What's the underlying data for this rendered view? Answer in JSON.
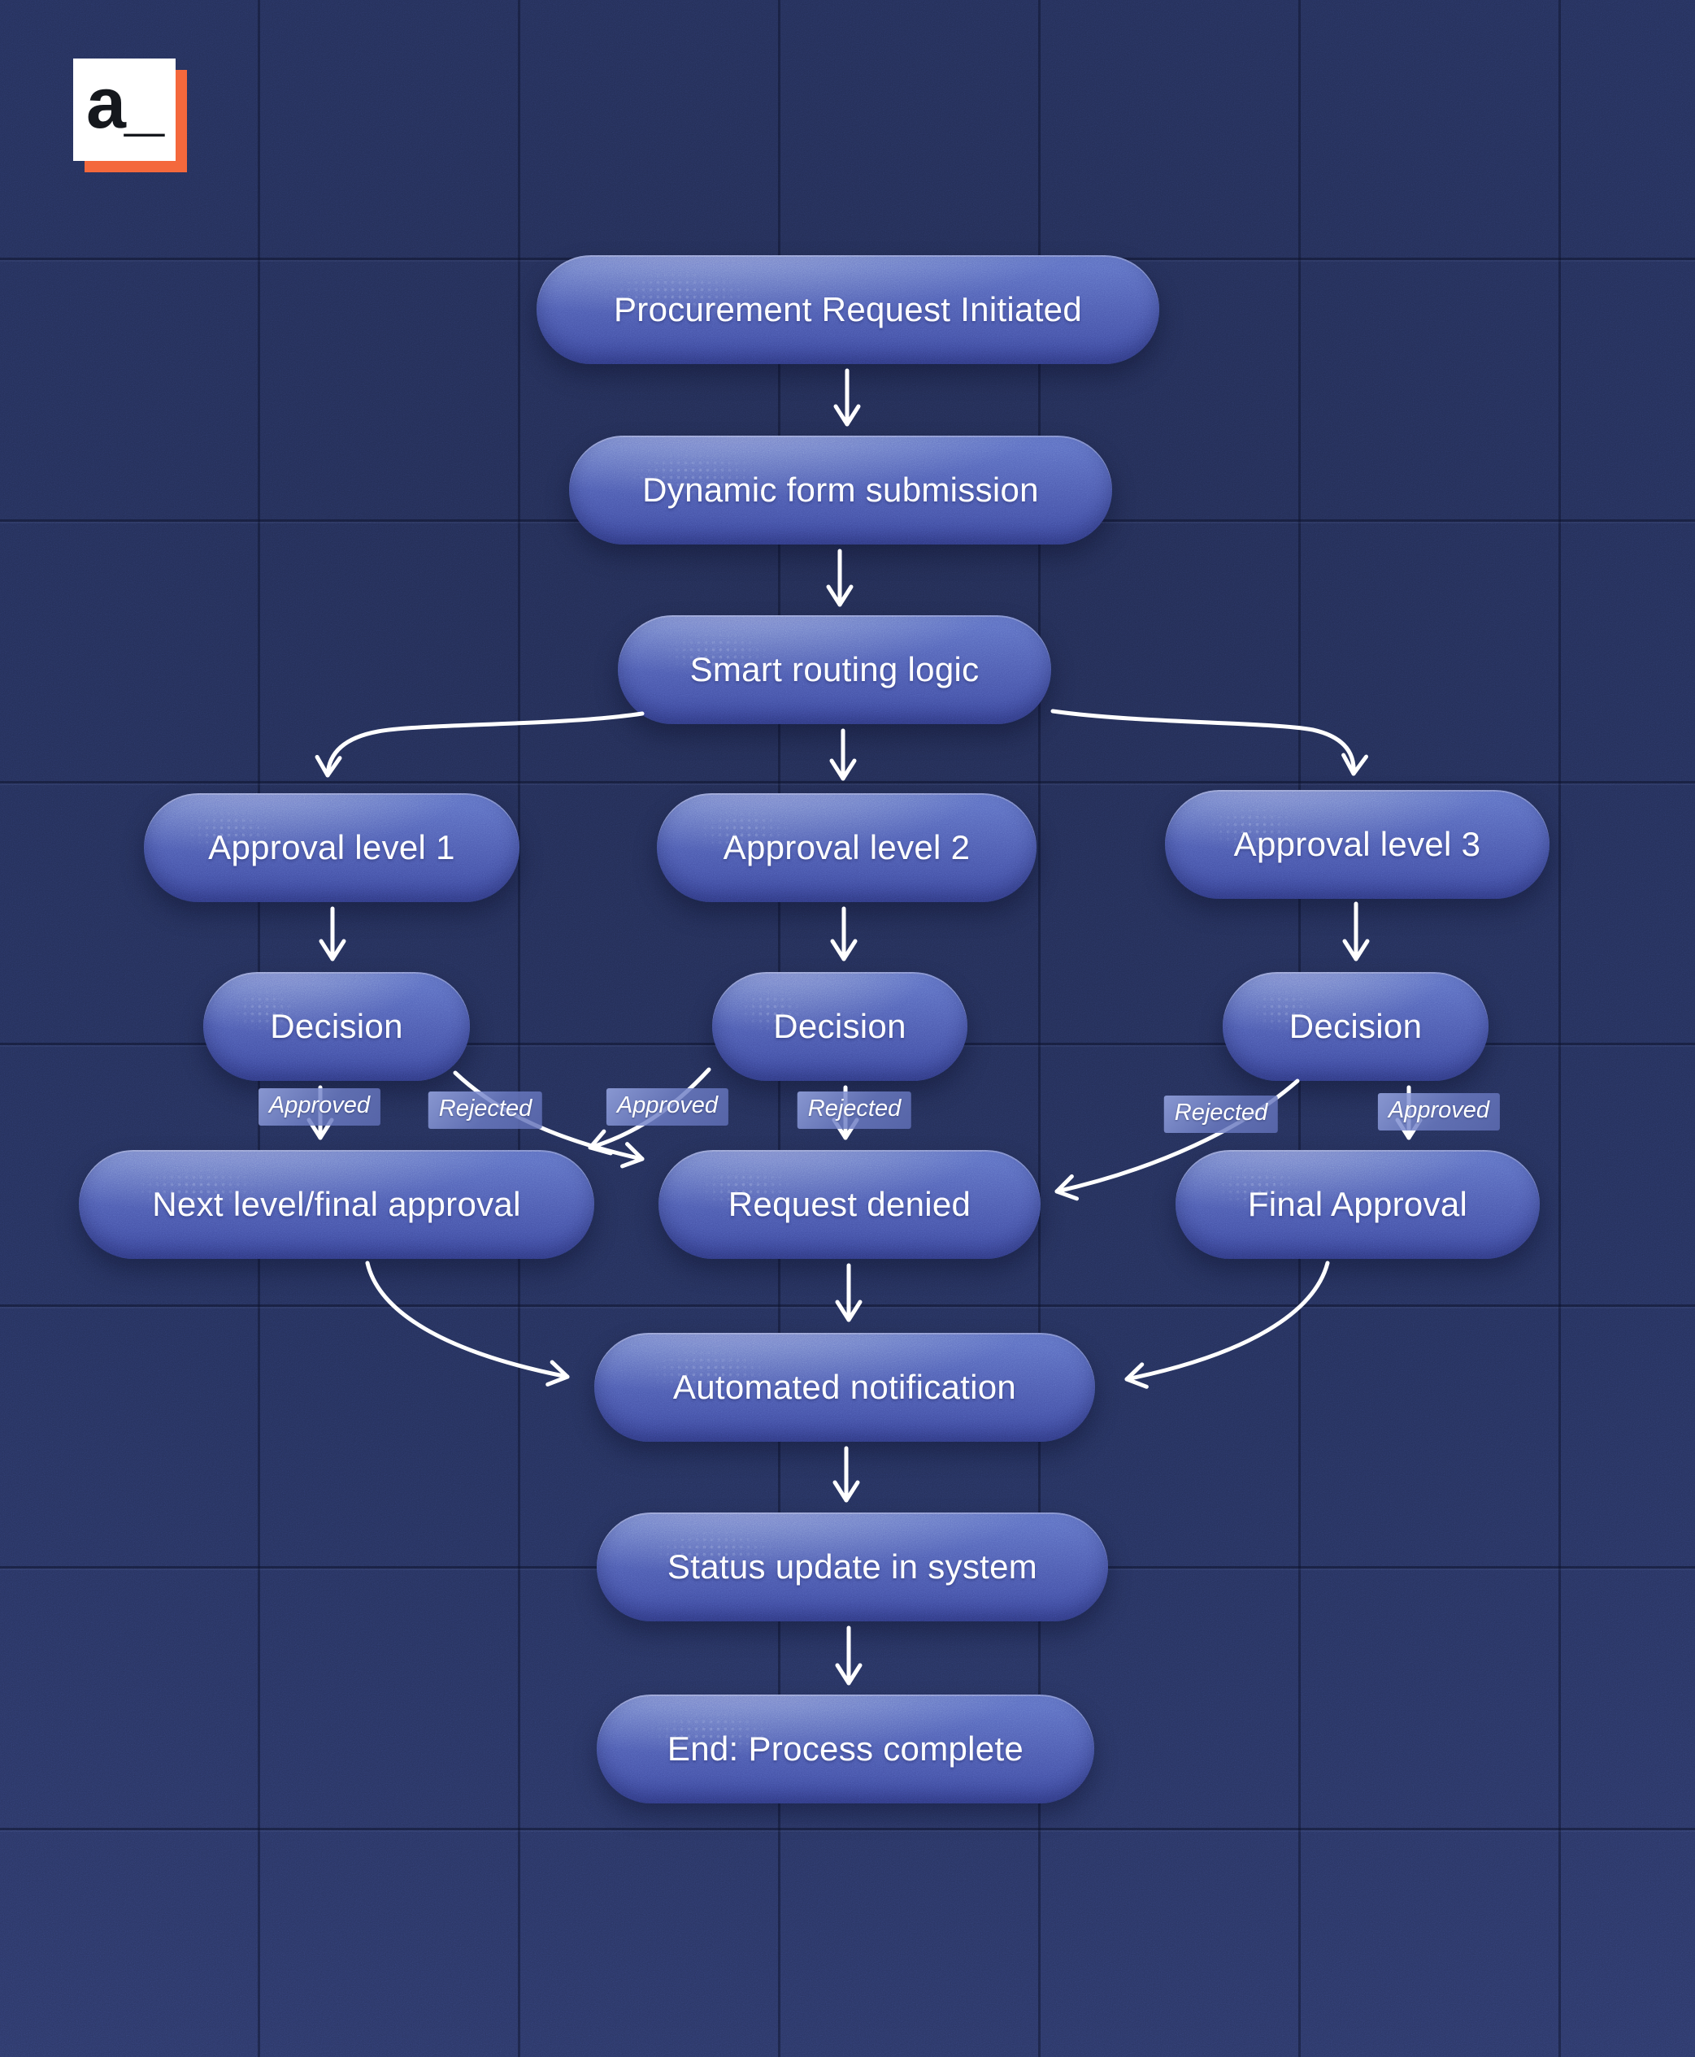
{
  "logo": {
    "text": "a_"
  },
  "nodes": [
    {
      "id": "procurement-request-initiated",
      "label": "Procurement Request Initiated"
    },
    {
      "id": "dynamic-form-submission",
      "label": "Dynamic form submission"
    },
    {
      "id": "smart-routing-logic",
      "label": "Smart routing logic"
    },
    {
      "id": "approval-level-1",
      "label": "Approval level 1"
    },
    {
      "id": "approval-level-2",
      "label": "Approval level 2"
    },
    {
      "id": "approval-level-3",
      "label": "Approval level 3"
    },
    {
      "id": "decision-1",
      "label": "Decision"
    },
    {
      "id": "decision-2",
      "label": "Decision"
    },
    {
      "id": "decision-3",
      "label": "Decision"
    },
    {
      "id": "next-level-final-approval",
      "label": "Next level/final approval"
    },
    {
      "id": "request-denied",
      "label": "Request denied"
    },
    {
      "id": "final-approval",
      "label": "Final Approval"
    },
    {
      "id": "automated-notification",
      "label": "Automated notification"
    },
    {
      "id": "status-update-in-system",
      "label": "Status update in system"
    },
    {
      "id": "end-process-complete",
      "label": "End: Process complete"
    }
  ],
  "edge_labels": [
    {
      "text": "Approved",
      "from": "decision-1",
      "to": "next-level-final-approval"
    },
    {
      "text": "Rejected",
      "from": "decision-1",
      "to": "request-denied"
    },
    {
      "text": "Approved",
      "from": "decision-2",
      "to": "next-level-final-approval"
    },
    {
      "text": "Rejected",
      "from": "decision-2",
      "to": "request-denied"
    },
    {
      "text": "Rejected",
      "from": "decision-3",
      "to": "request-denied"
    },
    {
      "text": "Approved",
      "from": "decision-3",
      "to": "final-approval"
    }
  ],
  "edges": [
    {
      "from": "procurement-request-initiated",
      "to": "dynamic-form-submission"
    },
    {
      "from": "dynamic-form-submission",
      "to": "smart-routing-logic"
    },
    {
      "from": "smart-routing-logic",
      "to": "approval-level-1"
    },
    {
      "from": "smart-routing-logic",
      "to": "approval-level-2"
    },
    {
      "from": "smart-routing-logic",
      "to": "approval-level-3"
    },
    {
      "from": "approval-level-1",
      "to": "decision-1"
    },
    {
      "from": "approval-level-2",
      "to": "decision-2"
    },
    {
      "from": "approval-level-3",
      "to": "decision-3"
    },
    {
      "from": "decision-1",
      "to": "next-level-final-approval",
      "label": "Approved"
    },
    {
      "from": "decision-1",
      "to": "request-denied",
      "label": "Rejected"
    },
    {
      "from": "decision-2",
      "to": "next-level-final-approval",
      "label": "Approved"
    },
    {
      "from": "decision-2",
      "to": "request-denied",
      "label": "Rejected"
    },
    {
      "from": "decision-3",
      "to": "request-denied",
      "label": "Rejected"
    },
    {
      "from": "decision-3",
      "to": "final-approval",
      "label": "Approved"
    },
    {
      "from": "next-level-final-approval",
      "to": "automated-notification"
    },
    {
      "from": "request-denied",
      "to": "automated-notification"
    },
    {
      "from": "final-approval",
      "to": "automated-notification"
    },
    {
      "from": "automated-notification",
      "to": "status-update-in-system"
    },
    {
      "from": "status-update-in-system",
      "to": "end-process-complete"
    }
  ],
  "colors": {
    "background": "#27315c",
    "grid_line": "#0c1128",
    "node_top": "#5e70c5",
    "node_bottom": "#3c489c",
    "arrow": "#ffffff",
    "label_chip": "#6c7cc4",
    "logo_accent": "#f4683c",
    "text": "#ffffff"
  }
}
